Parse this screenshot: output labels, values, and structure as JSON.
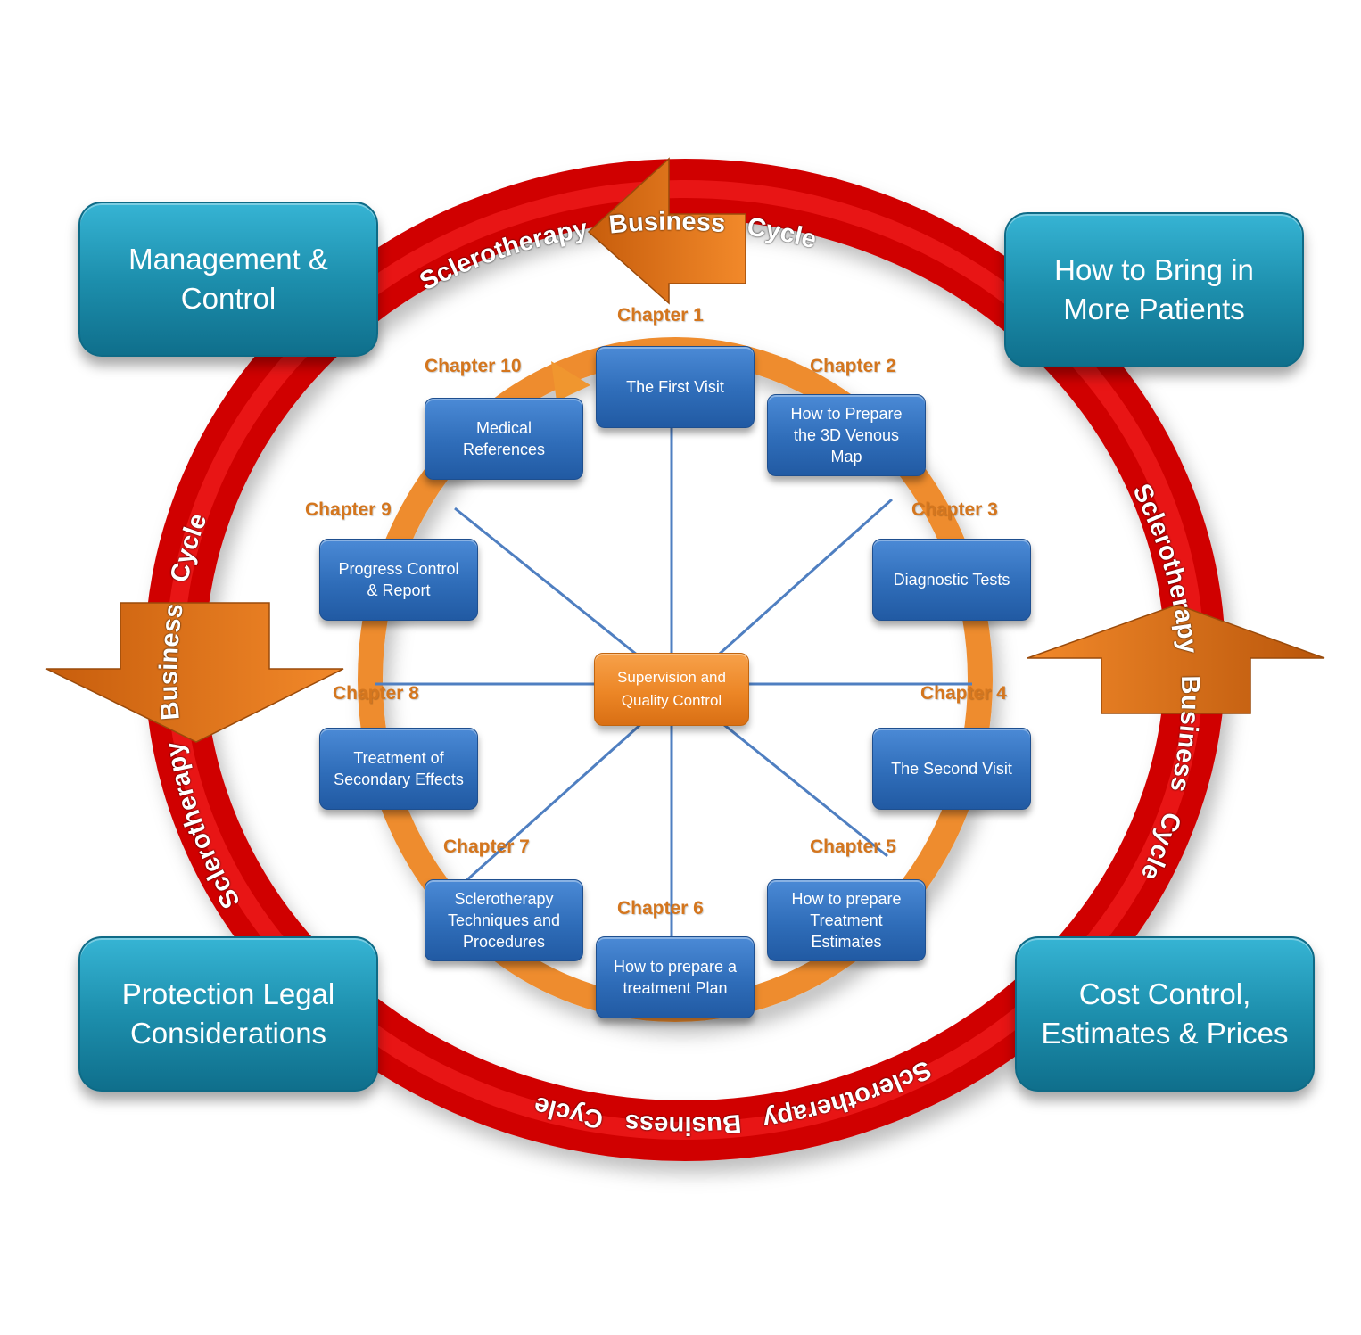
{
  "diagram": {
    "title": "Sclerotherapy Business Cycle",
    "ring_text": [
      "Sclerotherapy",
      "Business",
      "Cycle"
    ],
    "colors": {
      "ring": "#e00000",
      "arrows": "#e87a1c",
      "corner_box": "#1d8fad",
      "chapter_box": "#2f6db9",
      "inner_ring": "#f09033",
      "chapter_label": "#d4761e",
      "spokes": "#4f7fc1"
    },
    "corners": {
      "top_left": "Management &\nControl",
      "top_right": "How to Bring in\nMore Patients",
      "bottom_left": "Protection Legal\nConsiderations",
      "bottom_right": "Cost Control,\nEstimates &  Prices"
    },
    "center": "Supervision  and\nQuality Control",
    "chapters": [
      {
        "label": "Chapter 1",
        "title": "The First Visit"
      },
      {
        "label": "Chapter 2",
        "title": "How to Prepare\nthe 3D Venous\nMap"
      },
      {
        "label": "Chapter 3",
        "title": "Diagnostic  Tests"
      },
      {
        "label": "Chapter 4",
        "title": "The Second Visit"
      },
      {
        "label": "Chapter 5",
        "title": "How to prepare\nTreatment\nEstimates"
      },
      {
        "label": "Chapter 6",
        "title": "How to prepare a\ntreatment Plan"
      },
      {
        "label": "Chapter 7",
        "title": "Sclerotherapy\nTechniques and\nProcedures"
      },
      {
        "label": "Chapter 8",
        "title": "Treatment of\nSecondary Effects"
      },
      {
        "label": "Chapter 9",
        "title": "Progress Control\n&  Report"
      },
      {
        "label": "Chapter 10",
        "title": "Medical\nReferences"
      }
    ]
  }
}
